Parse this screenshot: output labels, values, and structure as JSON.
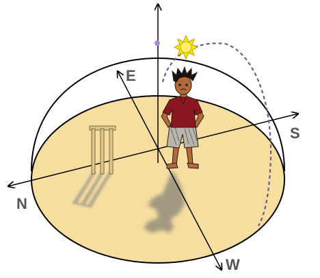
{
  "directions": {
    "east": "E",
    "south": "S",
    "west": "W",
    "north": "N"
  },
  "colors": {
    "ground": "#f6dea1",
    "dome_outline": "#000000",
    "sun": "#ffe400",
    "sun_path": "#6e5a86",
    "zenith_dot": "#a98ad6",
    "shadow": "#9e9a86",
    "shirt": "#8a1620",
    "skin": "#b06a3b",
    "wicket": "#dcc58a",
    "label": "#555555"
  },
  "icons": {
    "sun": "sun-icon",
    "boy": "boy-figure",
    "wicket": "cricket-wicket"
  }
}
